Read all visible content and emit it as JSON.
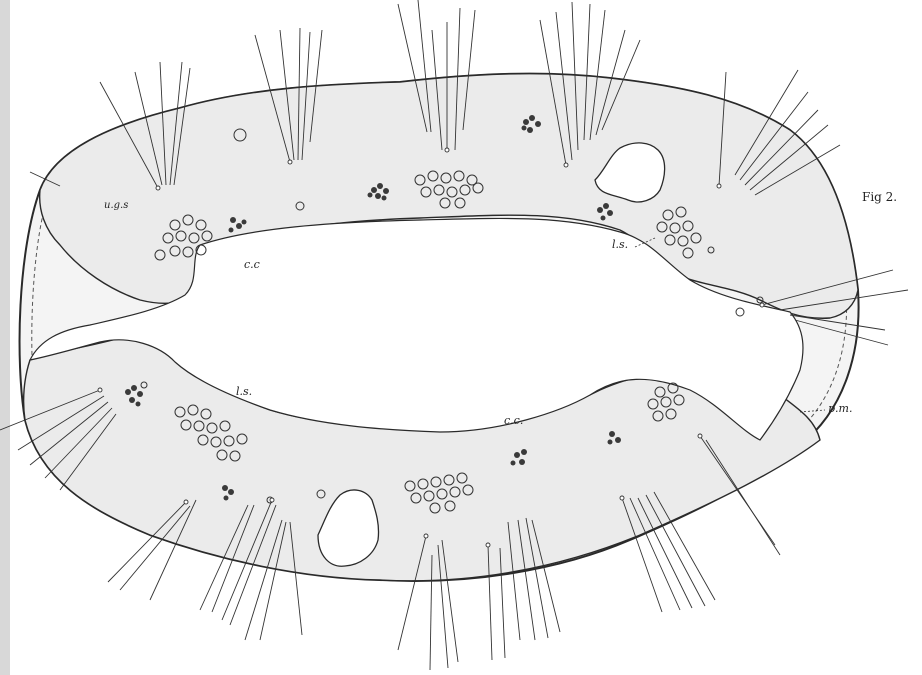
{
  "figure": {
    "label": "Fig 2.",
    "ink_color": "#2a2a2a",
    "paper_color": "#ffffff"
  },
  "annotations": {
    "cc_upper": "c.c",
    "ls_upper": "l.s.",
    "ls_lower": "l.s.",
    "cc_lower": "c.c.",
    "pm": "p.m.",
    "upper_left_mark": "u.g.s"
  }
}
